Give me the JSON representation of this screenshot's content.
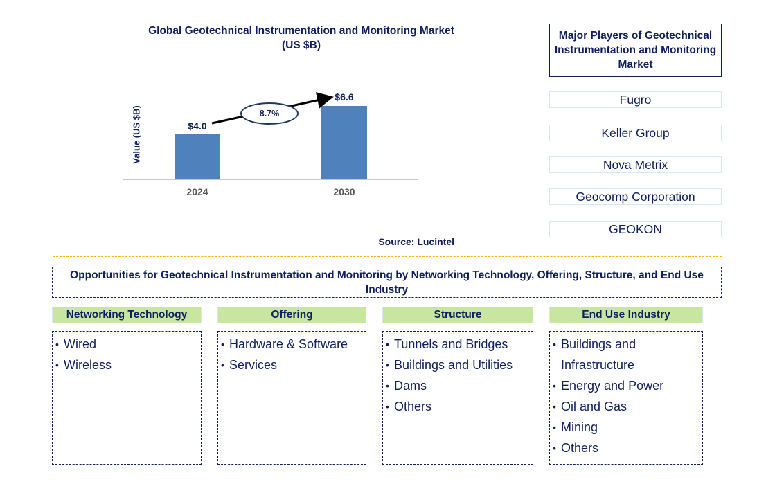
{
  "chart_data": {
    "type": "bar",
    "title": "Global Geotechnical Instrumentation and Monitoring Market (US $B)",
    "xlabel": "",
    "ylabel": "Value (US $B)",
    "categories": [
      "2024",
      "2030"
    ],
    "values": [
      4.0,
      6.6
    ],
    "value_labels": [
      "$4.0",
      "$6.6"
    ],
    "annotations": [
      {
        "type": "cagr-arrow",
        "text": "8.7%",
        "from": "2024",
        "to": "2030"
      }
    ],
    "grid": false,
    "legend": null,
    "bar_color": "#4f81bd"
  },
  "chart": {
    "title": "Global Geotechnical Instrumentation and Monitoring Market (US $B)",
    "ylabel": "Value (US $B)",
    "bars": [
      {
        "year": "2024",
        "label": "$4.0"
      },
      {
        "year": "2030",
        "label": "$6.6"
      }
    ],
    "cagr": "8.7%",
    "source": "Source: Lucintel"
  },
  "players": {
    "title": "Major Players of Geotechnical Instrumentation and Monitoring Market",
    "items": [
      "Fugro",
      "Keller Group",
      "Nova Metrix",
      "Geocomp Corporation",
      "GEOKON"
    ]
  },
  "opportunities": {
    "title": "Opportunities for Geotechnical Instrumentation and Monitoring by Networking Technology, Offering, Structure, and End Use Industry",
    "categories": [
      {
        "header": "Networking Technology",
        "items": [
          "Wired",
          "Wireless"
        ]
      },
      {
        "header": "Offering",
        "items": [
          "Hardware & Software",
          "Services"
        ]
      },
      {
        "header": "Structure",
        "items": [
          "Tunnels and Bridges",
          "Buildings and Utilities",
          "Dams",
          "Others"
        ]
      },
      {
        "header": "End Use Industry",
        "items": [
          "Buildings and Infrastructure",
          "Energy and Power",
          "Oil and Gas",
          "Mining",
          "Others"
        ]
      }
    ]
  },
  "colors": {
    "navy": "#0f1f5c",
    "bar": "#4f81bd",
    "divider": "#f4b400",
    "category_header": "#c8e6a0"
  }
}
